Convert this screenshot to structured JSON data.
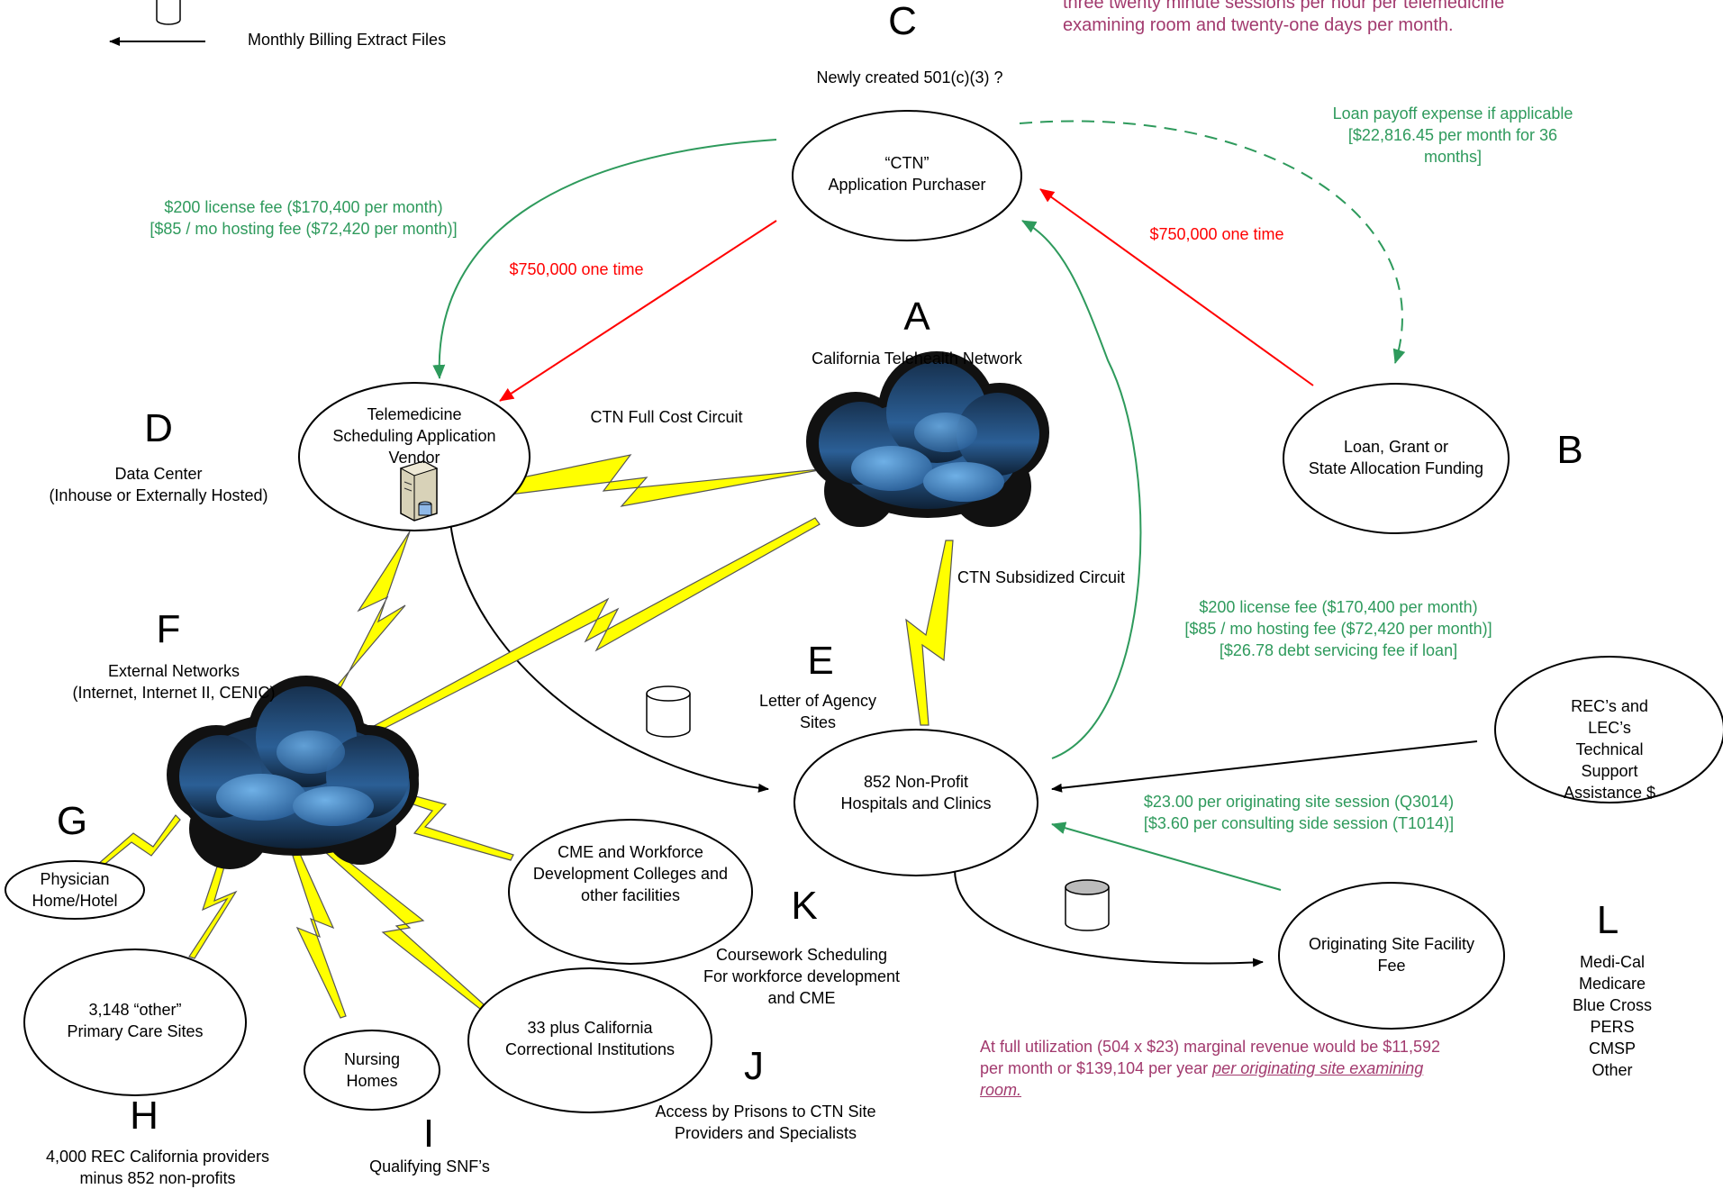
{
  "legend": {
    "extract_label": "Monthly Billing Extract Files"
  },
  "top_note": "three twenty minute sessions per hour per telemedicine\nexamining room and twenty-one days per month.",
  "letters": {
    "A": "A",
    "B": "B",
    "C": "C",
    "D": "D",
    "E": "E",
    "F": "F",
    "G": "G",
    "H": "H",
    "I": "I",
    "J": "J",
    "K": "K",
    "L": "L"
  },
  "captions": {
    "C": "Newly created 501(c)(3) ?",
    "A": "California Telehealth Network",
    "D": "Data Center\n(Inhouse or Externally Hosted)",
    "E": "Letter of Agency\nSites",
    "F": "External Networks\n(Internet, Internet II, CENIC)",
    "H": "4,000 REC California providers\nminus 852 non-profits",
    "I": "Qualifying SNF’s",
    "J": "Access by Prisons to CTN Site\nProviders and Specialists",
    "K": "Coursework Scheduling\nFor workforce development\nand CME",
    "L": "Medi-Cal\nMedicare\nBlue Cross\nPERS\nCMSP\nOther"
  },
  "nodes": {
    "ctn": "“CTN”\nApplication Purchaser",
    "vendor": "Telemedicine\nScheduling Application\nVendor",
    "loan": "Loan, Grant or\nState Allocation Funding",
    "hospitals": "852 Non-Profit\nHospitals and Clinics",
    "rec_lec": "REC’s and LEC’s\nTechnical Support\nAssistance $",
    "physician": "Physician\nHome/Hotel",
    "cme": "CME and Workforce\nDevelopment Colleges and\nother facilities",
    "primary": "3,148 “other”\nPrimary Care Sites",
    "nursing": "Nursing\nHomes",
    "prisons": "33 plus California\nCorrectional Institutions",
    "originating": "Originating Site Facility\nFee"
  },
  "flows": {
    "license_left": "$200 license fee ($170,400 per month)\n[$85 / mo hosting fee ($72,420 per month)]",
    "one_time_left": "$750,000 one time",
    "one_time_right": "$750,000 one time",
    "loan_payoff": "Loan payoff expense if applicable\n[$22,816.45 per month for 36 months]",
    "license_right": "$200 license fee ($170,400 per month)\n[$85 / mo hosting fee ($72,420 per month)]\n[$26.78  debt servicing fee if loan]",
    "session_fees": "$23.00 per originating site session (Q3014)\n[$3.60 per consulting side session (T1014)]",
    "full_cost_circuit": "CTN Full Cost Circuit",
    "subsidized_circuit": "CTN Subsidized Circuit"
  },
  "utilization": {
    "text": "At full utilization (504 x $23) marginal revenue would be $11,592\nper month or $139,104 per year ",
    "underlined": "per originating site examining\nroom."
  },
  "colors": {
    "green": "#2e9a5c",
    "red": "#ff0000",
    "magenta": "#a23a6e",
    "bolt": "#ffff00"
  }
}
